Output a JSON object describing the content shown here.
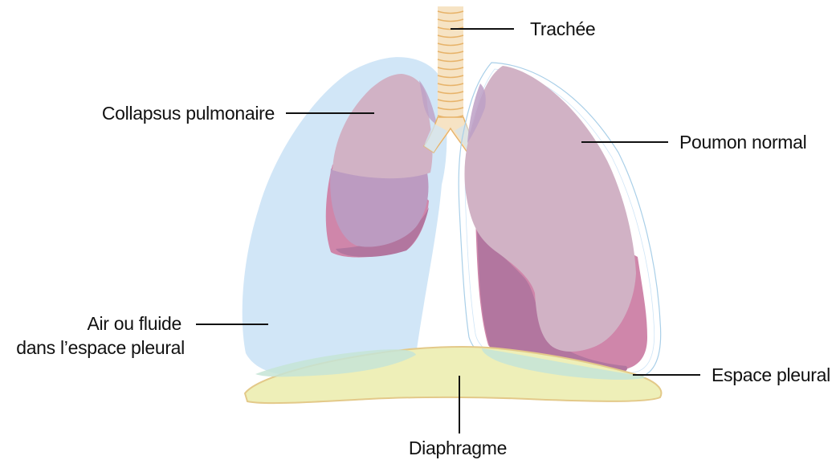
{
  "labels": {
    "trachea": "Trachée",
    "collapsed_lung": "Collapsus pulmonaire",
    "normal_lung": "Poumon normal",
    "air_fluid_line1": "Air ou fluide",
    "air_fluid_line2": "dans l’espace pleural",
    "pleural_space": "Espace pleural",
    "diaphragm": "Diaphragme"
  },
  "colors": {
    "air_fluid": "#cfe5f7",
    "lung_pink_light": "#d1b2c5",
    "lung_purple": "#bc9bc1",
    "lung_magenta": "#cf86aa",
    "lung_dark": "#b2769f",
    "diaphragm": "#eeefb8",
    "diaphragm_edge": "#e3c989",
    "trachea": "#f6e3c4",
    "trachea_rings": "#e7b36a",
    "pleura_outline": "#a9cfe8",
    "pleural_space_fill": "#c6e4d6",
    "leader_lines": "#111111"
  }
}
